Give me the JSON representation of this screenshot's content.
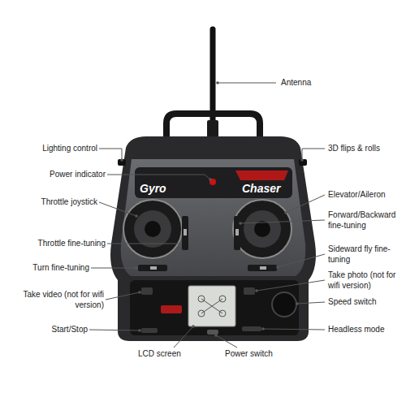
{
  "diagram": {
    "labels": [
      "Antenna",
      "Lighting control",
      "3D flips & rolls",
      "Power indicator",
      "Gyro",
      "Chaser",
      "Elevator/Aileron",
      "Throttle joystick",
      "Forward/Backward fine-tuning",
      "Throttle fine-tuning",
      "Sideward fly fine-tuning",
      "Turn fine-tuning",
      "Take photo (not for wifi version)",
      "Take video (not for wifi version)",
      "Speed switch",
      "Start/Stop",
      "Headless mode",
      "LCD screen",
      "Power switch"
    ]
  }
}
